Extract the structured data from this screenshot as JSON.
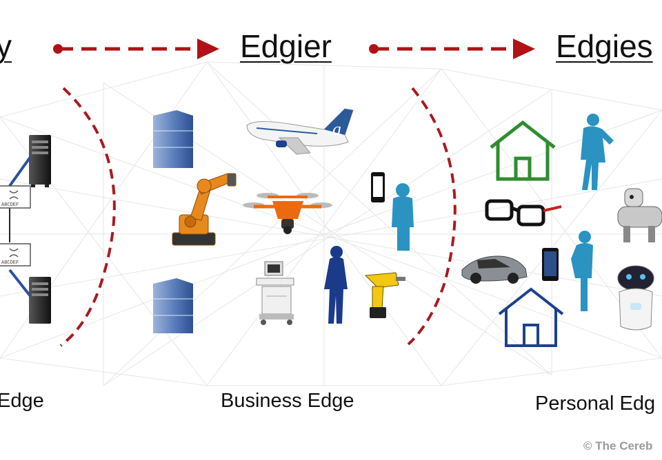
{
  "headings": {
    "left": "y",
    "middle": "Edgier",
    "right": "Edgies"
  },
  "zones": {
    "left": "Edge",
    "middle": "Business Edge",
    "right": "Personal Edg"
  },
  "copyright": "© The Cereb",
  "switch_label": "ABCDEF",
  "colors": {
    "arrow": "#b11116",
    "server_blue": "#3f63a8",
    "robot_orange": "#e8891e",
    "house_green": "#2f8d2f",
    "house_blue": "#1f3f8f",
    "person_teal": "#2a93c2",
    "person_navy": "#1b3b8a"
  },
  "icons": [
    "server-tower-icon",
    "network-switch-icon",
    "datacenter-server-icon",
    "airplane-icon",
    "industrial-robot-arm-icon",
    "drone-icon",
    "smartphone-icon",
    "person-silhouette-icon",
    "medical-ultrasound-icon",
    "power-drill-icon",
    "house-icon",
    "smart-glasses-icon",
    "car-icon",
    "tablet-icon",
    "robot-dog-icon",
    "companion-robot-icon"
  ]
}
